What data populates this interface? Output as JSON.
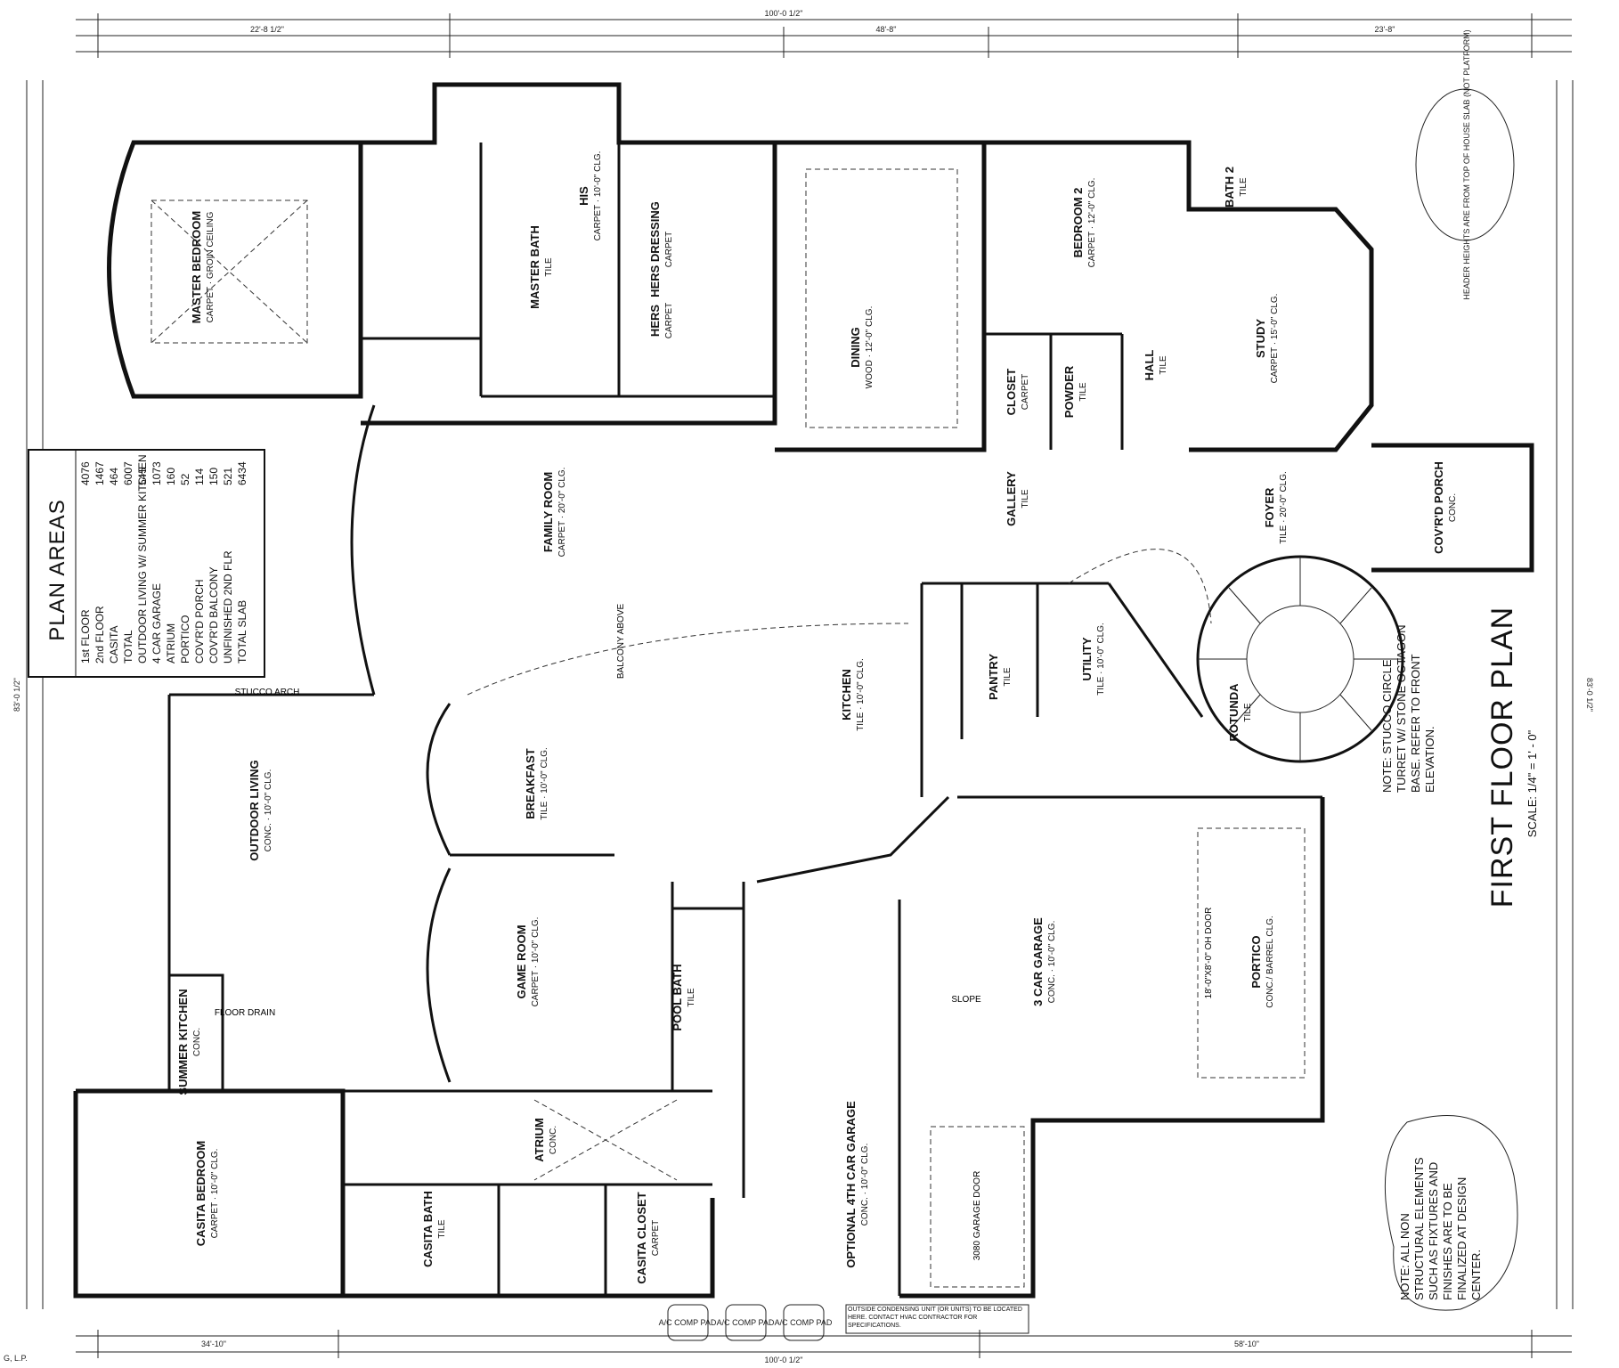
{
  "title": {
    "main": "FIRST FLOOR PLAN",
    "scale": "SCALE: 1/4\" = 1' - 0\""
  },
  "plan_areas": {
    "heading": "PLAN AREAS",
    "rows": [
      {
        "label": "1st FLOOR",
        "value": "4076"
      },
      {
        "label": "2nd FLOOR",
        "value": "1467"
      },
      {
        "label": "CASITA",
        "value": "464"
      },
      {
        "label": "TOTAL",
        "value": "6007"
      },
      {
        "label": "OUTDOOR LIVING W/ SUMMER KITCHEN",
        "value": "545"
      },
      {
        "label": "4 CAR GARAGE",
        "value": "1073"
      },
      {
        "label": "ATRIUM",
        "value": "160"
      },
      {
        "label": "PORTICO",
        "value": "52"
      },
      {
        "label": "COV'R'D PORCH",
        "value": "114"
      },
      {
        "label": "COV'R'D BALCONY",
        "value": "150"
      },
      {
        "label": "UNFINISHED 2ND FLR",
        "value": "521"
      },
      {
        "label": "TOTAL SLAB",
        "value": "6434"
      }
    ]
  },
  "rooms": [
    {
      "name": "MASTER BEDROOM",
      "sub": "CARPET · GROIN CEILING"
    },
    {
      "name": "MASTER BATH",
      "sub": "TILE"
    },
    {
      "name": "HERS DRESSING",
      "sub": "CARPET"
    },
    {
      "name": "HIS",
      "sub": "CARPET · 10'-0\" CLG."
    },
    {
      "name": "HERS",
      "sub": "CARPET"
    },
    {
      "name": "DINING",
      "sub": "WOOD · 12'-0\" CLG."
    },
    {
      "name": "BEDROOM 2",
      "sub": "CARPET · 12'-0\" CLG."
    },
    {
      "name": "BATH 2",
      "sub": "TILE"
    },
    {
      "name": "STUDY",
      "sub": "CARPET · 15'-0\" CLG."
    },
    {
      "name": "CLOSET",
      "sub": "CARPET"
    },
    {
      "name": "POWDER",
      "sub": "TILE"
    },
    {
      "name": "HALL",
      "sub": "TILE"
    },
    {
      "name": "FAMILY ROOM",
      "sub": "CARPET · 20'-0\" CLG."
    },
    {
      "name": "GALLERY",
      "sub": "TILE"
    },
    {
      "name": "FOYER",
      "sub": "TILE · 20'-0\" CLG."
    },
    {
      "name": "COV'R'D PORCH",
      "sub": "CONC."
    },
    {
      "name": "KITCHEN",
      "sub": "TILE · 10'-0\" CLG."
    },
    {
      "name": "PANTRY",
      "sub": "TILE"
    },
    {
      "name": "UTILITY",
      "sub": "TILE · 10'-0\" CLG."
    },
    {
      "name": "ROTUNDA",
      "sub": "TILE"
    },
    {
      "name": "BREAKFAST",
      "sub": "TILE · 10'-0\" CLG."
    },
    {
      "name": "OUTDOOR LIVING",
      "sub": "CONC. · 10'-0\" CLG."
    },
    {
      "name": "GAME ROOM",
      "sub": "CARPET · 10'-0\" CLG."
    },
    {
      "name": "SUMMER KITCHEN",
      "sub": "CONC."
    },
    {
      "name": "POOL BATH",
      "sub": "TILE"
    },
    {
      "name": "3 CAR GARAGE",
      "sub": "CONC. · 10'-0\" CLG."
    },
    {
      "name": "PORTICO",
      "sub": "CONC./ BARREL CLG."
    },
    {
      "name": "ATRIUM",
      "sub": "CONC."
    },
    {
      "name": "CASITA BEDROOM",
      "sub": "CARPET · 10'-0\" CLG."
    },
    {
      "name": "CASITA BATH",
      "sub": "TILE"
    },
    {
      "name": "CASITA CLOSET",
      "sub": "CARPET"
    },
    {
      "name": "OPTIONAL 4TH CAR GARAGE",
      "sub": "CONC. · 10'-0\" CLG."
    }
  ],
  "labels": {
    "balcony_above": "BALCONY ABOVE",
    "stucco_arch": "STUCCO ARCH",
    "garage_door": "3080 GARAGE DOOR",
    "oh_door": "18'-0\"X8'-0\" OH DOOR",
    "slope": "SLOPE",
    "floor_drain": "FLOOR DRAIN",
    "ac_pad": "A/C COMP PAD",
    "condensing_note": "OUTSIDE CONDENSING UNIT (OR UNITS) TO BE LOCATED HERE. CONTACT HVAC CONTRACTOR FOR SPECIFICATIONS.",
    "header_note": "HEADER HEIGHTS ARE FROM TOP OF HOUSE SLAB (NOT PLATFORM)"
  },
  "notes": {
    "turret": "NOTE: STUCCO CIRCLE TURRET W/ STONE OCTAGON BASE. REFER TO FRONT ELEVATION.",
    "structural": "NOTE: ALL NON STRUCTURAL ELEMENTS SUCH AS FIXTURES AND FINISHES ARE TO BE FINALIZED AT DESIGN CENTER."
  },
  "dimensions": {
    "top_total": "100'-0 1/2\"",
    "bottom_total": "100'-0 1/2\"",
    "left_total": "83'-0 1/2\"",
    "right_total": "83'-0 1/2\"",
    "top_left": "22'-8 1/2\"",
    "top_mid": "48'-8\"",
    "top_right": "23'-8\"",
    "bottom_left": "34'-10\"",
    "bottom_right": "58'-10\""
  },
  "footer": {
    "copyright": "G, L.P."
  }
}
